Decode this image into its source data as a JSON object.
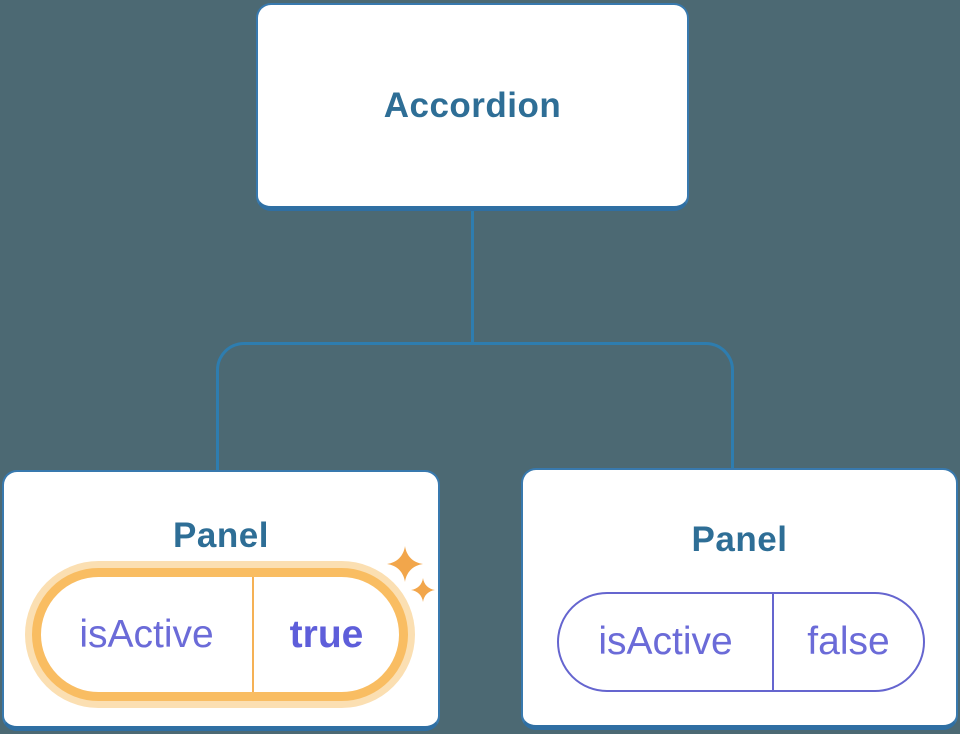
{
  "diagram": {
    "title_hint": "component tree with state",
    "root": {
      "label": "Accordion"
    },
    "children": [
      {
        "label": "Panel",
        "prop": {
          "name": "isActive",
          "value": "true"
        },
        "highlighted": true
      },
      {
        "label": "Panel",
        "prop": {
          "name": "isActive",
          "value": "false"
        },
        "highlighted": false
      }
    ]
  },
  "colors": {
    "background": "#4C6973",
    "connector": "#2E7DAF",
    "card_border": "#3879AE",
    "card_border_bottom": "#2F6FA3",
    "card_title_text": "#2E6E96",
    "prop_text": "#6B6BD8",
    "prop_value_active_text": "#5E5EDA",
    "highlight_ring": "#F9BD62",
    "highlight_halo": "#FBDFB2",
    "highlight_divider": "#F5B155",
    "inactive_pill_border": "#6565CF",
    "sparkle": "#F2A64B"
  },
  "icons": {
    "sparkle": "four-point-star"
  }
}
